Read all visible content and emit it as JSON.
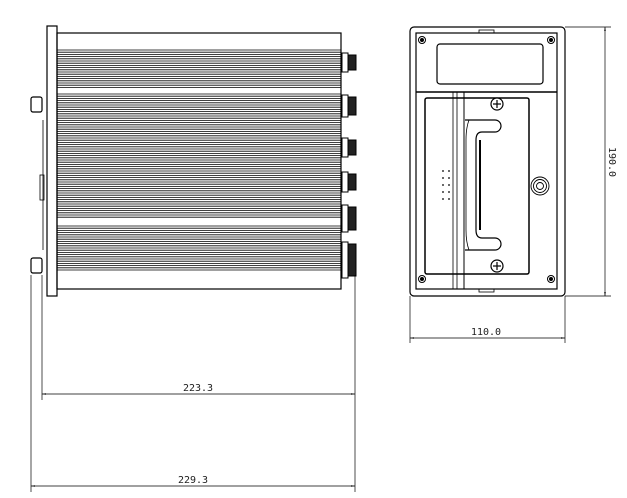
{
  "drawing": {
    "side_view": {
      "dimensions": {
        "inner_length": "223.3",
        "overall_length": "229.3"
      }
    },
    "front_view": {
      "dimensions": {
        "width": "110.0",
        "height": "190.0"
      }
    }
  },
  "colors": {
    "line": "#000000",
    "background": "#ffffff"
  }
}
